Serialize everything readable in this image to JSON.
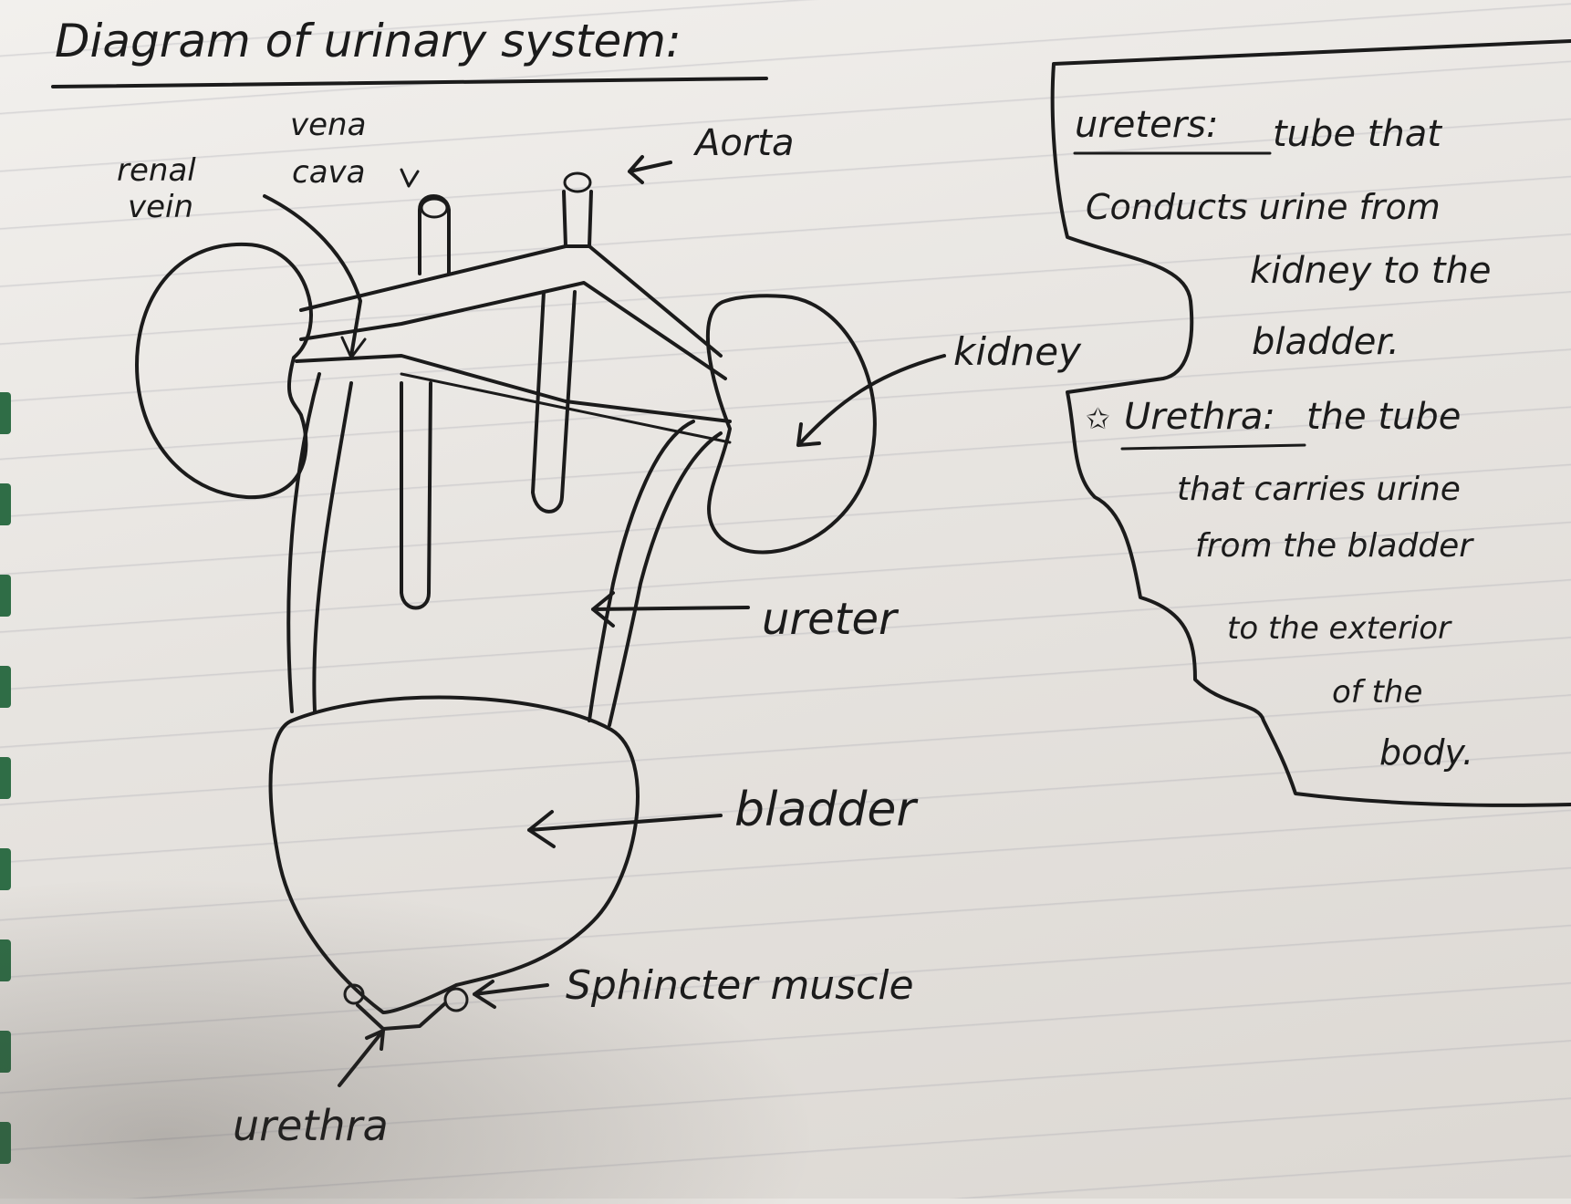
{
  "title": "Diagram of urinary system:",
  "labels": {
    "renal_vein_1": "renal",
    "renal_vein_2": "vein",
    "vena_cava_1": "vena",
    "vena_cava_2": "cava",
    "aorta": "Aorta",
    "kidney": "kidney",
    "ureter": "ureter",
    "bladder": "bladder",
    "sphincter": "Sphincter muscle",
    "urethra": "urethra"
  },
  "notes": {
    "ureters_term": "ureters:",
    "ureters_lines": [
      "tube that",
      "Conducts urine from",
      "kidney to the",
      "bladder."
    ],
    "urethra_term": "Urethra:",
    "urethra_lines": [
      "the tube",
      "that carries urine",
      "from the bladder",
      "to the exterior",
      "of the",
      "body."
    ]
  }
}
